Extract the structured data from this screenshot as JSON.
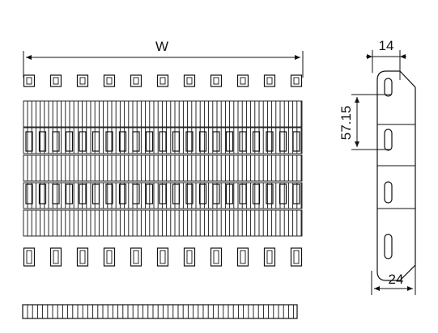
{
  "labels": {
    "width": "W",
    "pitch": "57.15",
    "thickness_top": "14",
    "thickness_bottom": "24"
  }
}
